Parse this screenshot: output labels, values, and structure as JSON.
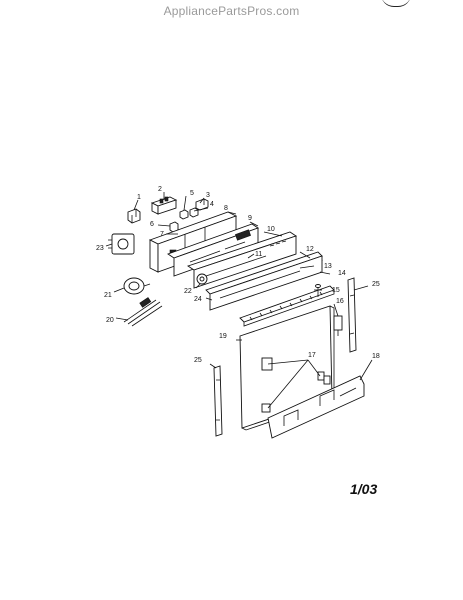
{
  "watermark": "AppliancePartsPros.com",
  "date_code": "1/03",
  "callouts": [
    "1",
    "2",
    "3",
    "4",
    "5",
    "6",
    "7",
    "8",
    "9",
    "10",
    "11",
    "12",
    "13",
    "14",
    "15",
    "16",
    "17",
    "18",
    "19",
    "20",
    "21",
    "22",
    "23",
    "24",
    "25",
    "25"
  ]
}
